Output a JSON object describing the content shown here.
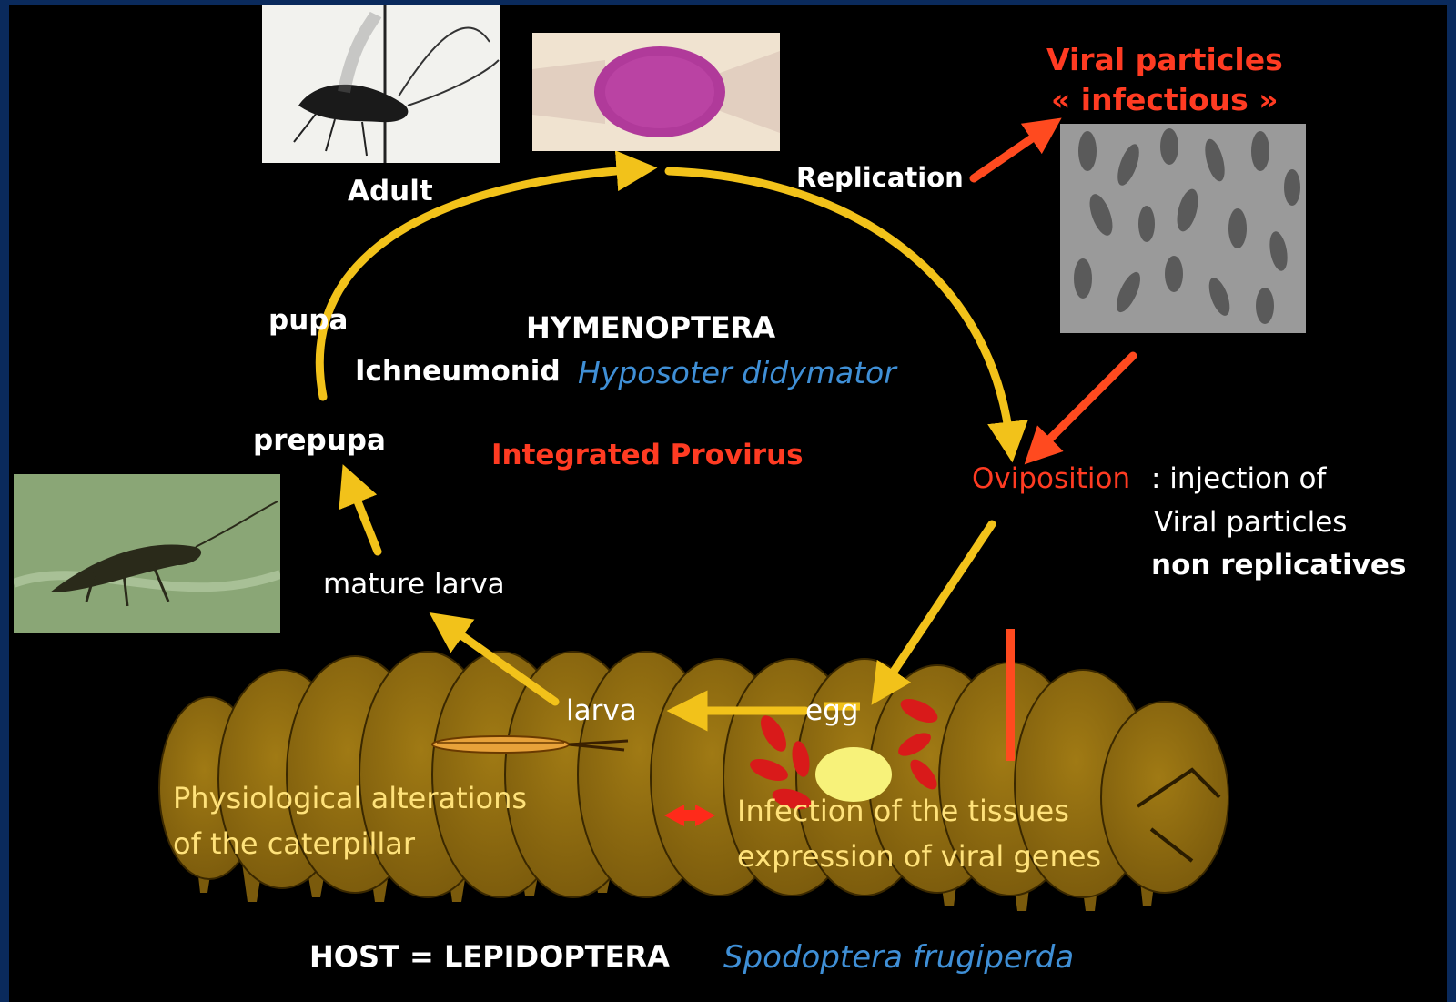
{
  "labels": {
    "adult": "Adult",
    "replication": "Replication",
    "viral_particles": "Viral particles",
    "infectious": "« infectious »",
    "pupa": "pupa",
    "hymenoptera": "HYMENOPTERA",
    "ichneumonid": "Ichneumonid",
    "species_wasp": "Hyposoter didymator",
    "prepupa": "prepupa",
    "integrated_provirus": "Integrated Provirus",
    "oviposition": "Oviposition",
    "injection_line1": ": injection of",
    "injection_line2": "Viral particles",
    "injection_line3": "non replicatives",
    "mature_larva": "mature larva",
    "larva": "larva",
    "egg": "egg",
    "physio_line1": "Physiological alterations",
    "physio_line2": "of the caterpillar",
    "infection_line1": "Infection of the tissues",
    "infection_line2": "expression of viral genes",
    "host": "HOST = LEPIDOPTERA",
    "species_host": "Spodoptera frugiperda"
  },
  "colors": {
    "cycle_arrow": "#f2c21a",
    "red_arrow": "#ff4a1f",
    "caterpillar": "#8c6a10",
    "red_label": "#ff3b22",
    "italic_blue": "#3f8fd6"
  },
  "images": {
    "adult_wasp_photo": "wasp-specimen-photo",
    "ovary_photo": "calyx-ovary-photo",
    "virion_micrograph": "electron-micrograph",
    "wasp_on_leaf_photo": "wasp-on-leaf-photo"
  }
}
